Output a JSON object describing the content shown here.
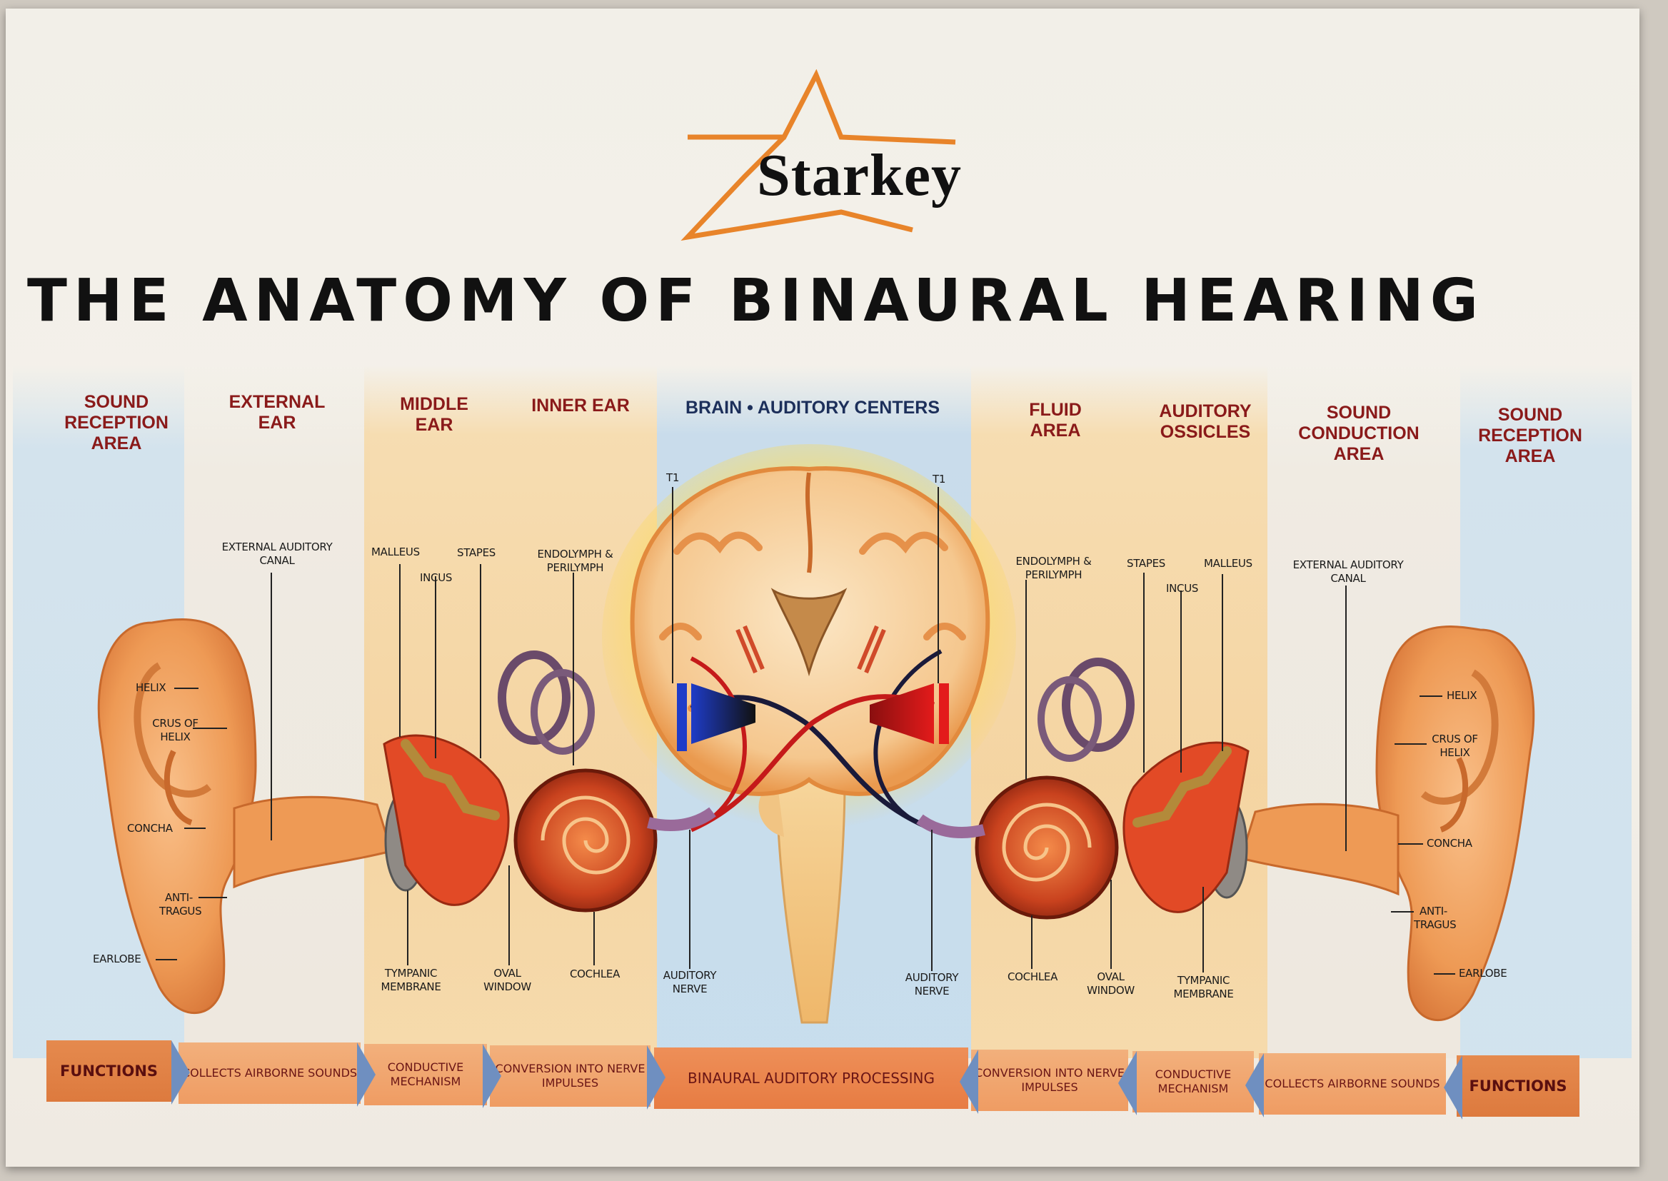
{
  "logo": {
    "text": "Starkey"
  },
  "title": "THE ANATOMY OF BINAURAL HEARING",
  "sections": {
    "left_reception": "SOUND RECEPTION AREA",
    "external_ear": "EXTERNAL EAR",
    "middle_ear": "MIDDLE EAR",
    "inner_ear": "INNER EAR",
    "brain": "BRAIN • AUDITORY CENTERS",
    "fluid_area": "FLUID AREA",
    "auditory_ossicles": "AUDITORY OSSICLES",
    "sound_conduction": "SOUND CONDUCTION AREA",
    "right_reception": "SOUND RECEPTION AREA"
  },
  "labels": {
    "left": {
      "helix": "HELIX",
      "crus_of_helix": "CRUS OF HELIX",
      "concha": "CONCHA",
      "antitragus": "ANTI- TRAGUS",
      "earlobe": "EARLOBE",
      "external_auditory_canal": "EXTERNAL AUDITORY CANAL",
      "malleus": "MALLEUS",
      "incus": "INCUS",
      "stapes": "STAPES",
      "endolymph": "ENDOLYMPH & PERILYMPH",
      "tympanic_membrane": "TYMPANIC MEMBRANE",
      "oval_window": "OVAL WINDOW",
      "cochlea": "COCHLEA",
      "auditory_nerve": "AUDITORY NERVE",
      "t1": "T1"
    },
    "right": {
      "t1": "T1",
      "endolymph": "ENDOLYMPH & PERILYMPH",
      "stapes": "STAPES",
      "incus": "INCUS",
      "malleus": "MALLEUS",
      "external_auditory_canal": "EXTERNAL AUDITORY CANAL",
      "helix": "HELIX",
      "crus_of_helix": "CRUS OF HELIX",
      "concha": "CONCHA",
      "antitragus": "ANTI- TRAGUS",
      "earlobe": "EARLOBE",
      "auditory_nerve": "AUDITORY NERVE",
      "cochlea": "COCHLEA",
      "oval_window": "OVAL WINDOW",
      "tympanic_membrane": "TYMPANIC MEMBRANE"
    }
  },
  "functions": {
    "left_functions": "FUNCTIONS",
    "left_collects": "COLLECTS AIRBORNE SOUNDS",
    "left_conductive": "CONDUCTIVE MECHANISM",
    "left_conversion": "CONVERSION INTO NERVE IMPULSES",
    "binaural": "BINAURAL AUDITORY PROCESSING",
    "right_conversion": "CONVERSION INTO NERVE IMPULSES",
    "right_conductive": "CONDUCTIVE MECHANISM",
    "right_collects": "COLLECTS AIRBORNE SOUNDS",
    "right_functions": "FUNCTIONS"
  },
  "colors": {
    "logo_star": "#e8842a",
    "header_red": "#8a1a1a",
    "header_blue": "#1c2f5a",
    "skin": "#f0a35e",
    "function_bar": "#ef9c63",
    "chevron_blue": "#6f8fc0"
  }
}
